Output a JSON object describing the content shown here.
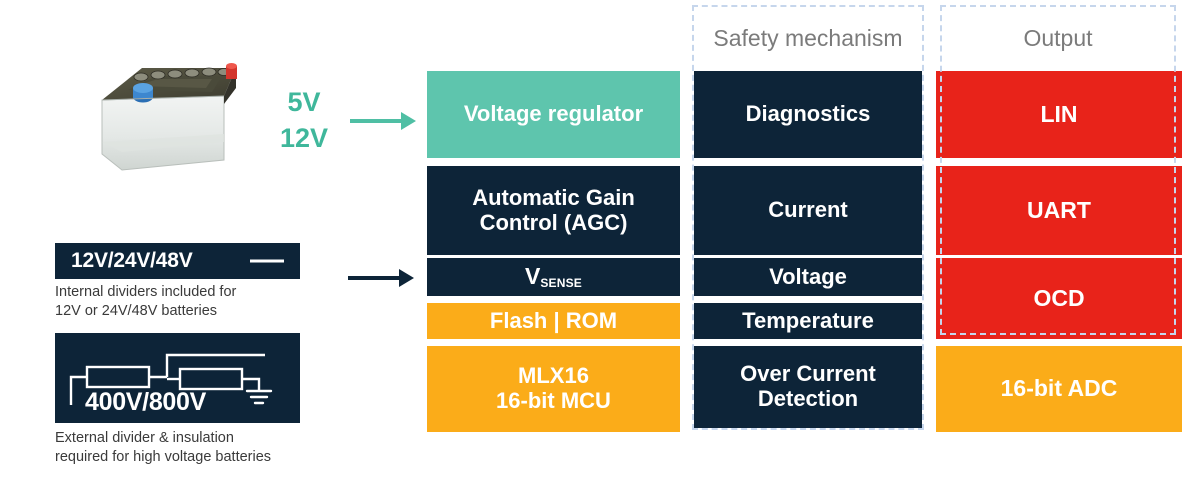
{
  "diagram": {
    "source": {
      "battery_image_name": "car-battery-photo",
      "voltage_label_lines": [
        "5V",
        "12V"
      ],
      "voltage_label_color": "#3fb79b",
      "cards": [
        {
          "id": "low-voltage",
          "title": "12V/24V/48V",
          "icon": "horizontal-line-icon",
          "caption": "Internal dividers included for 12V or 24V/48V batteries"
        },
        {
          "id": "high-voltage",
          "title": "400V/800V",
          "icon": "resistor-divider-icon",
          "caption": "External divider & insulation required for high voltage batteries"
        }
      ]
    },
    "arrows": [
      {
        "name": "arrow-supply",
        "color": "#4fbfa4"
      },
      {
        "name": "arrow-sense",
        "color": "#0d2438"
      }
    ],
    "columns": [
      {
        "id": "function",
        "title": "",
        "framed": false,
        "blocks": [
          {
            "label": "Voltage regulator",
            "color": "teal",
            "lines": 1
          },
          {
            "label": "Automatic Gain\nControl (AGC)",
            "color": "navy",
            "lines": 2
          },
          {
            "label": "VSENSE",
            "color": "navy",
            "lines": 1,
            "subscript": true
          },
          {
            "label": "Flash | ROM",
            "color": "orange",
            "lines": 1
          },
          {
            "label": "MLX16\n16-bit MCU",
            "color": "orange",
            "lines": 2
          }
        ]
      },
      {
        "id": "safety",
        "title": "Safety mechanism",
        "framed": true,
        "blocks": [
          {
            "label": "Diagnostics",
            "color": "navy",
            "lines": 1
          },
          {
            "label": "Current",
            "color": "navy",
            "lines": 1
          },
          {
            "label": "Voltage",
            "color": "navy",
            "lines": 1
          },
          {
            "label": "Temperature",
            "color": "navy",
            "lines": 1
          },
          {
            "label": "Over Current\nDetection",
            "color": "navy",
            "lines": 2
          }
        ]
      },
      {
        "id": "output",
        "title": "Output",
        "framed": true,
        "blocks": [
          {
            "label": "LIN",
            "color": "red",
            "lines": 1
          },
          {
            "label": "UART",
            "color": "red",
            "lines": 1
          },
          {
            "label": "OCD",
            "color": "red",
            "lines": 1
          },
          {
            "label": "16-bit ADC",
            "color": "orange",
            "lines": 1
          }
        ]
      }
    ],
    "palette": {
      "navy": "#0d2438",
      "teal": "#5ec5ad",
      "orange": "#fbac19",
      "red": "#e8231a",
      "frame_dashed": "#c6d6ec",
      "title_grey": "#7b7b7b",
      "caption_grey": "#3a3a3a"
    },
    "text": {
      "col1": {
        "voltage_regulator": "Voltage regulator",
        "agc_line1": "Automatic Gain",
        "agc_line2": "Control (AGC)",
        "vsense_main": "V",
        "vsense_sub": "SENSE",
        "flash_rom": "Flash | ROM",
        "mcu_line1": "MLX16",
        "mcu_line2": "16-bit MCU"
      },
      "col2": {
        "title": "Safety mechanism",
        "diagnostics": "Diagnostics",
        "current": "Current",
        "voltage": "Voltage",
        "temperature": "Temperature",
        "ocd_line1": "Over Current",
        "ocd_line2": "Detection"
      },
      "col3": {
        "title": "Output",
        "lin": "LIN",
        "uart": "UART",
        "ocd": "OCD",
        "adc": "16-bit ADC"
      },
      "left": {
        "v5": "5V",
        "v12": "12V",
        "card_a_title": "12V/24V/48V",
        "card_a_caption_l1": "Internal dividers included for",
        "card_a_caption_l2": "12V or 24V/48V batteries",
        "card_b_title": "400V/800V",
        "card_b_caption_l1": "External divider & insulation",
        "card_b_caption_l2": "required for high voltage batteries"
      }
    }
  }
}
